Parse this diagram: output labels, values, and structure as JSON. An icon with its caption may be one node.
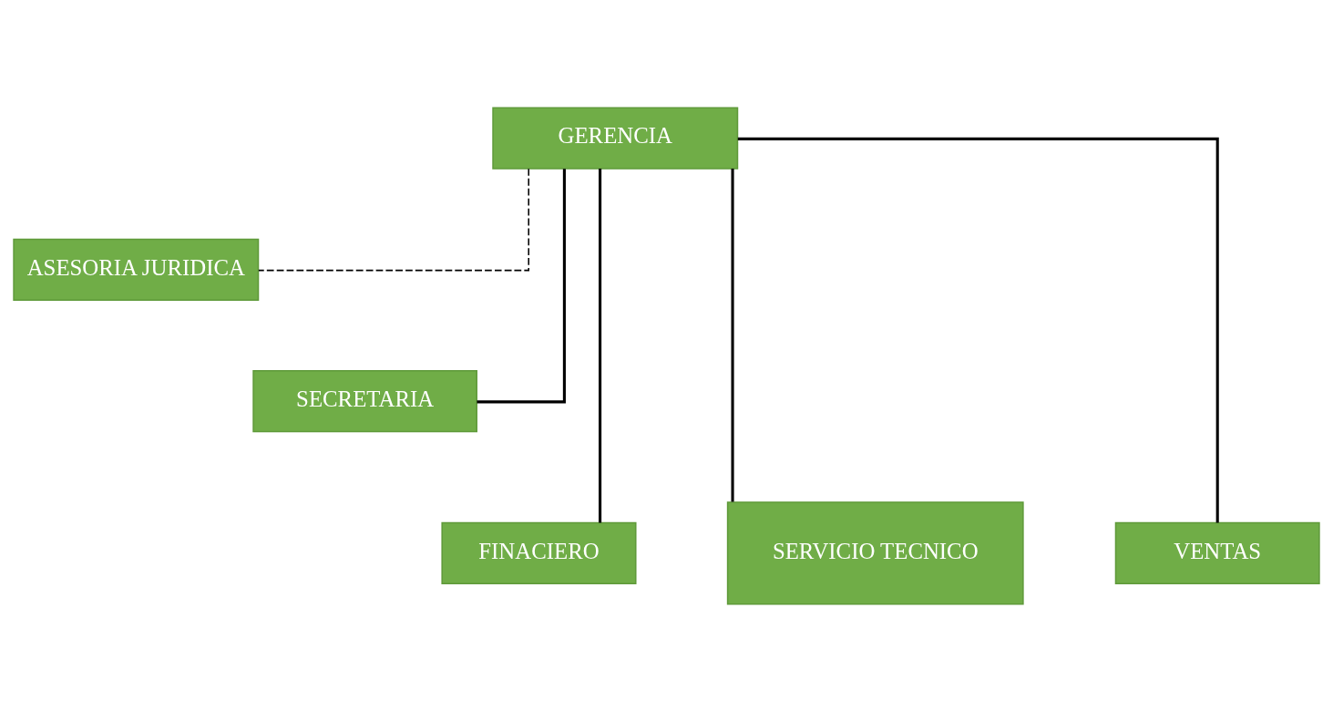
{
  "diagram": {
    "nodes": [
      {
        "text": [
          "GERENCIA"
        ]
      },
      {
        "text": [
          "ASESORIA JURIDICA"
        ]
      },
      {
        "text": [
          "SECRETARIA"
        ]
      },
      {
        "text": [
          "FINACIERO"
        ]
      },
      {
        "text": [
          "SERVICIO TECNICO"
        ]
      },
      {
        "text": [
          "VENTAS"
        ]
      }
    ],
    "edges": [
      {
        "from": 0,
        "to": 1,
        "arrow": "none",
        "style": "dashed"
      },
      {
        "from": 0,
        "to": 2,
        "arrow": "none"
      },
      {
        "from": 0,
        "to": 3,
        "arrow": "none"
      },
      {
        "from": 0,
        "to": 4,
        "arrow": "none"
      },
      {
        "from": 0,
        "to": 5,
        "arrow": "none"
      }
    ]
  }
}
